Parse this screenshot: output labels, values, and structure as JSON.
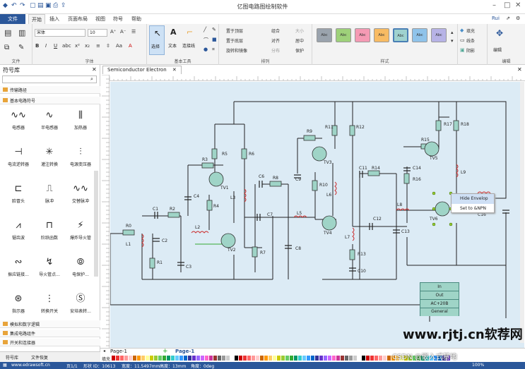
{
  "app": {
    "title": "亿图电路图绘制软件",
    "user": "Rui"
  },
  "menu": {
    "file": "文件",
    "tabs": [
      "开始",
      "插入",
      "页面布局",
      "视图",
      "符号",
      "帮助"
    ]
  },
  "ribbon": {
    "font_name": "宋体",
    "font_size": "10",
    "groups": {
      "file": "文件",
      "font": "字体",
      "basic_tools": "基本工具",
      "arrange": "排列",
      "style": "样式",
      "edit": "编辑"
    },
    "tools": {
      "select": "选择",
      "text": "文本",
      "connector": "连接线"
    },
    "arrange": {
      "bring_front": "置于顶层",
      "send_back": "置于底层",
      "rotate": "旋转和镜像",
      "group": "组合",
      "align": "对齐",
      "distribute": "分布",
      "size": "大小",
      "center": "居中",
      "protect": "保护"
    },
    "style_swatch": "Abc",
    "fill": "填充",
    "line": "线条",
    "shadow": "阴影",
    "edit": "编辑"
  },
  "library": {
    "title": "符号库",
    "categories_top": [
      "传输路径",
      "基本电路符号"
    ],
    "symbols": [
      [
        "电感器",
        "半电感器",
        "加热器"
      ],
      [
        "电流逆转器",
        "灌注转换",
        "电源变压器"
      ],
      [
        "脸冒头",
        "脉冲",
        "交替脉冲"
      ],
      [
        "锯齿波",
        "阶跃函数",
        "爆炸导火管"
      ],
      [
        "振应链接...",
        "导火管点...",
        "电保护..."
      ],
      [
        "指示器",
        "转换开关",
        "安培表转..."
      ]
    ],
    "categories_bottom": [
      "模拟和数字逻辑",
      "集成电路组件",
      "开关和连接器"
    ],
    "bottom_tabs": [
      "符号库",
      "文件恢复"
    ]
  },
  "document": {
    "tab": "Semiconductor Electron"
  },
  "context_menu": [
    "Hide Envelop",
    "Set to &NPN"
  ],
  "legend_box": [
    "In",
    "Out",
    "AC+20B",
    "General"
  ],
  "pages": {
    "tab": "Page-1",
    "active": "Page-1",
    "add": "+"
  },
  "palette_label": "填充",
  "status": {
    "pages": "页1/1",
    "shape_id": "形状 ID：10613",
    "width": "宽度：11.5497mm",
    "height": "高度：13mm",
    "angle": "角度：0deg",
    "zoom": "100%"
  },
  "watermark": {
    "site": "www.rjtj.cn软荐网",
    "blog": "CSDN @嵌入式基地"
  },
  "circuit": {
    "labels": [
      "R0",
      "L1",
      "R1",
      "C1",
      "R2",
      "C2",
      "C3",
      "L2",
      "R3",
      "TV1",
      "C4",
      "R4",
      "L3",
      "TV2",
      "R5",
      "R6",
      "C6",
      "R8",
      "C7",
      "R7",
      "C8",
      "R9",
      "C9",
      "R11",
      "R12",
      "TV3",
      "R10",
      "L5",
      "TV4",
      "L6",
      "L7",
      "C11",
      "R14",
      "C12",
      "R13",
      "C10",
      "L8",
      "C13",
      "R15",
      "C14",
      "R16",
      "R17",
      "R18",
      "TV5",
      "L9",
      "TV6",
      "C16"
    ]
  }
}
